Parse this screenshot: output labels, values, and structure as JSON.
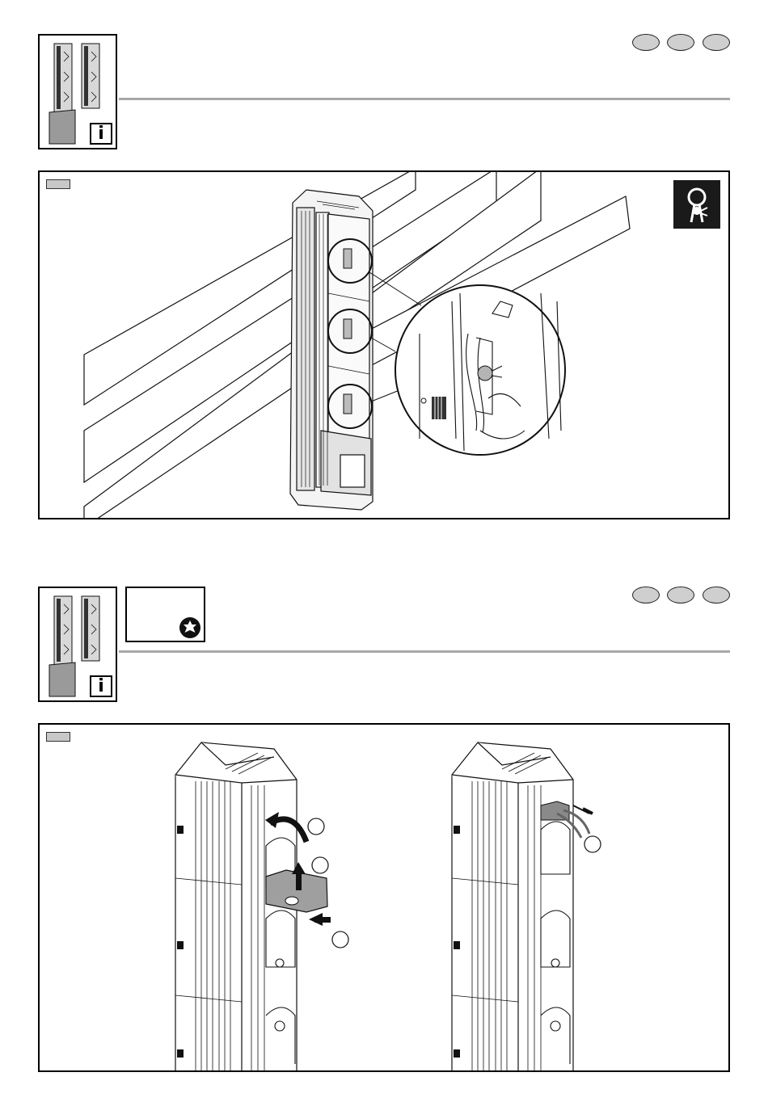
{
  "page": {
    "background": "#ffffff",
    "rule_color": "#a8a8a8",
    "oval_fill": "#cfcfcf"
  },
  "section1": {
    "thumbnail_icon": "fuse-rail-pair-icon",
    "info_label": "i",
    "language_ovals": 3,
    "figure_icon": "cable-tie-seal-icon",
    "figure_tag": ""
  },
  "section2": {
    "thumbnail_icon": "fuse-rail-pair-icon",
    "info_label": "i",
    "tool_icon": "torx-star-icon",
    "language_ovals": 3,
    "figure_tag": ""
  }
}
